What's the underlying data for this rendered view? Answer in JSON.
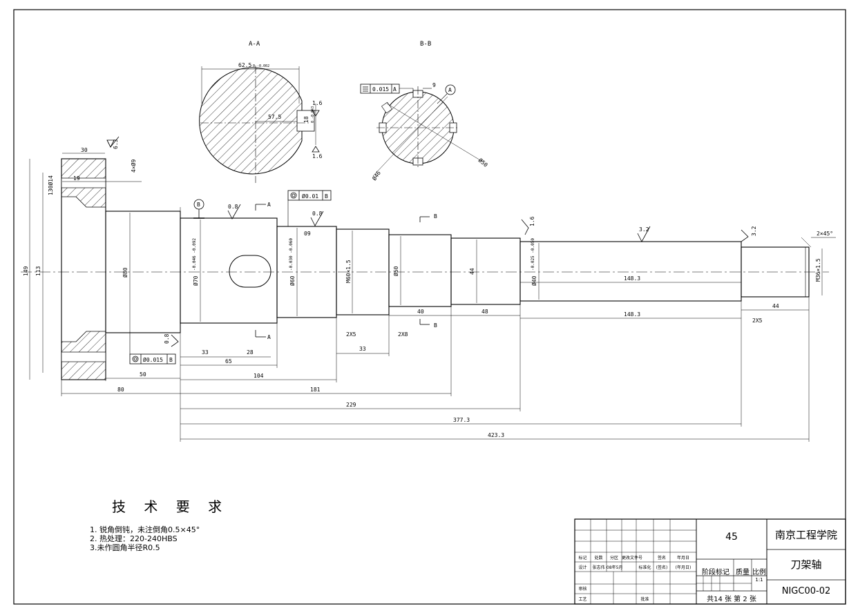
{
  "views": {
    "aa_label": "A-A",
    "bb_label": "B-B",
    "aa_dim_width": "62.5",
    "aa_dim_width_tol": "0\n-0.002",
    "aa_dim_inner": "57.5",
    "aa_dim_keyway": "18",
    "aa_dim_keyway_tol": "0\n-0.043",
    "aa_rough_top": "1.6",
    "aa_rough_bottom": "1.6",
    "bb_tolerance_value": "0.015",
    "bb_tolerance_datum": "A",
    "bb_dim_key": "9",
    "bb_datum_circle": "A",
    "bb_dim_d46": "Ø46",
    "bb_dim_d50": "Ø50"
  },
  "main_view": {
    "dim_30": "30",
    "rough_63": "6.3",
    "holes_4x09": "4×Ø9",
    "dim_19": "19",
    "dim_130": "130Ø14",
    "dim_149": "149",
    "dim_113": "113",
    "dim_d80": "Ø80",
    "dim_d70": "Ø70",
    "dim_d70_tol": "-0.046\n-0.092",
    "dim_d60": "Ø60",
    "dim_d60_tol": "-0.030\n-0.060",
    "dim_m60": "M60×1.5",
    "dim_d50": "Ø50",
    "dim_44": "44",
    "dim_d40": "Ø40",
    "dim_d40_tol": "-0.025\n-0.050",
    "dim_m36": "M36×1.5",
    "dim_148_upper": "148.3",
    "dim_148_lower": "148.3",
    "dim_44_right": "44",
    "dim_2x45": "2×45°",
    "dim_2x5_right": "2X5",
    "dim_2x5_mid": "2X5",
    "dim_2x8": "2X8",
    "dim_40": "40",
    "dim_48": "48",
    "dim_33_mid": "33",
    "dim_33_left": "33",
    "dim_28": "28",
    "dim_65": "65",
    "dim_50": "50",
    "dim_104": "104",
    "dim_80": "80",
    "dim_181": "181",
    "dim_229": "229",
    "dim_377": "377.3",
    "dim_423": "423.3",
    "dim_09": "09",
    "rough_08_a": "0.8",
    "rough_08_b": "0.8",
    "rough_08_c": "0.8",
    "rough_16": "1.6",
    "rough_32": "3.2",
    "rough_32b": "3.2",
    "section_a_top": "A",
    "section_a_bottom": "A",
    "section_b_top": "B",
    "section_b_bottom": "B",
    "datum_b_circle": "B",
    "tol_top_value": "Ø0.01",
    "tol_top_datum": "B",
    "tol_bottom_value": "Ø0.015",
    "tol_bottom_datum": "B"
  },
  "tech_requirements": {
    "title": "技 术 要 求",
    "items": [
      "1. 锐角倒钝，未注倒角0.5×45°",
      "2. 热处理：220-240HBS",
      "3.未作圆角半径R0.5"
    ]
  },
  "title_block": {
    "material": "45",
    "school": "南京工程学院",
    "part_name": "刀架轴",
    "drawing_no": "NIGC00-02",
    "stage_mark": "阶段标记",
    "weight": "质量",
    "scale_label": "比例",
    "scale_value": "1:1",
    "sheet_count": "共14 张  第 2 张",
    "headers": [
      "标记",
      "处数",
      "分区",
      "更改文件号",
      "签名",
      "年月日"
    ],
    "design_row": [
      "设计",
      "张志伟",
      "08年5月",
      "标准化",
      "(签名)",
      "(年月日)"
    ],
    "review": "审核",
    "process": "工艺",
    "approve": "批准"
  }
}
